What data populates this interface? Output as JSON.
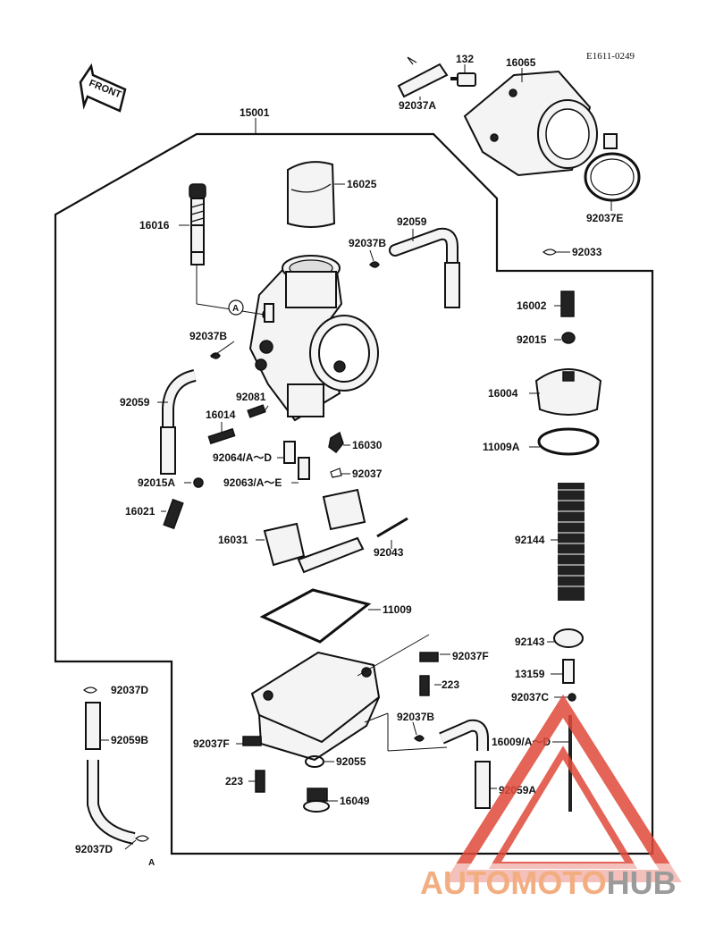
{
  "diagram_code": "E1611-0249",
  "front_label": "FRONT",
  "watermark": {
    "part1": "AUTOMOTO",
    "part2": "HUB",
    "color1": "#f0a06a",
    "color2": "#8a8a8a",
    "triangle_color": "#e04a3a"
  },
  "labels": {
    "p15001": "15001",
    "p132": "132",
    "p16065": "16065",
    "p92037A": "92037A",
    "p16025": "16025",
    "p92037E": "92037E",
    "p16016": "16016",
    "p92059_top": "92059",
    "p92037B_top": "92037B",
    "p92033": "92033",
    "p16002": "16002",
    "p92015": "92015",
    "p92037B_left": "92037B",
    "p16004": "16004",
    "p92059_left": "92059",
    "p92081": "92081",
    "p16014": "16014",
    "p16030": "16030",
    "p11009A": "11009A",
    "p92064": "92064/A～D",
    "p92015A": "92015A",
    "p92063": "92063/A～E",
    "p92037": "92037",
    "p16021": "16021",
    "p16031": "16031",
    "p92043": "92043",
    "p92144": "92144",
    "p11009": "11009",
    "p92143": "92143",
    "p92037F_right": "92037F",
    "p13159": "13159",
    "p92037D_top": "92037D",
    "p223_right": "223",
    "p92037C": "92037C",
    "p92037B_bottom": "92037B",
    "p92059B": "92059B",
    "p92037F_left": "92037F",
    "p16009": "16009/A～D",
    "p92055": "92055",
    "p223_left": "223",
    "p92059A": "92059A",
    "p16049": "16049",
    "p92037D_bottom": "92037D",
    "callout_A1": "A",
    "callout_A2": "A"
  }
}
